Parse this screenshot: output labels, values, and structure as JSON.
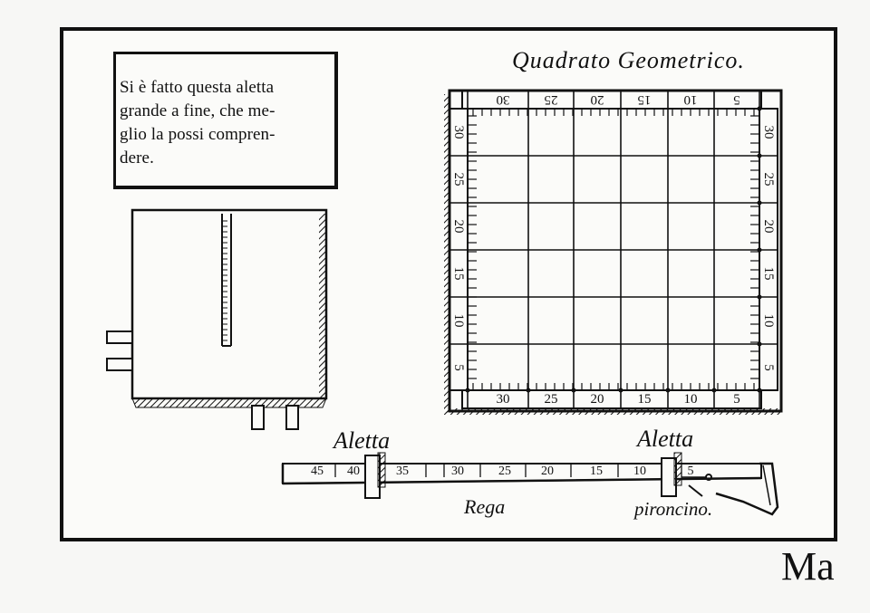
{
  "note": {
    "text": "Si è fatto questa aletta\ngrande a fine, che me-\nglio la possi compren-\ndere."
  },
  "quadrato": {
    "title": "Quadrato Geometrico.",
    "top_labels": [
      "30",
      "25",
      "20",
      "15",
      "10",
      "5"
    ],
    "bottom_labels": [
      "30",
      "25",
      "20",
      "15",
      "10",
      "5"
    ],
    "left_labels": [
      "30",
      "25",
      "20",
      "15",
      "10",
      "5"
    ],
    "right_labels": [
      "30",
      "25",
      "20",
      "15",
      "10",
      "5"
    ]
  },
  "ruler": {
    "scale_labels": [
      "45",
      "40",
      "35",
      "30",
      "25",
      "20",
      "15",
      "10",
      "5"
    ],
    "label_aletta_left": "Aletta",
    "label_aletta_right": "Aletta",
    "label_rega": "Rega",
    "label_pironcino": "pironcino."
  },
  "signature_mark": "Ma"
}
